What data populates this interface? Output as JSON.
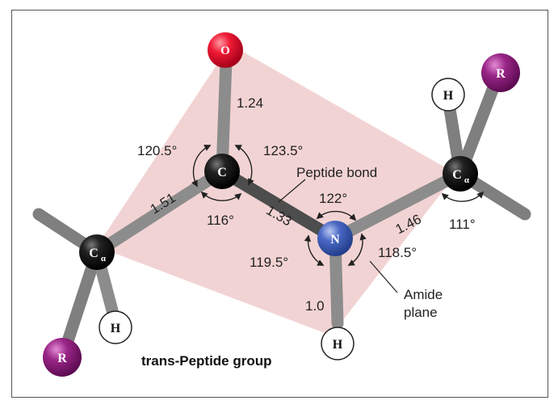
{
  "caption": "trans-Peptide group",
  "atoms": {
    "o": "O",
    "c": "C",
    "n": "N",
    "ca": "C",
    "ca_sub": "α",
    "h": "H",
    "r": "R"
  },
  "bond_lengths": {
    "c_o": "1.24",
    "ca_c": "1.51",
    "c_n": "1.33",
    "n_ca": "1.46",
    "n_h": "1.0"
  },
  "angles": {
    "ca_c_o": "120.5°",
    "o_c_n": "123.5°",
    "ca_c_n": "116°",
    "c_n_ca": "122°",
    "c_n_h": "119.5°",
    "h_n_ca": "118.5°",
    "n_ca": "111°"
  },
  "annotations": {
    "peptide_bond": "Peptide bond",
    "amide_line1": "Amide",
    "amide_line2": "plane"
  },
  "colors": {
    "carbon": "#111111",
    "oxygen": "#e0102a",
    "nitrogen": "#3a5bb8",
    "r_group": "#8e1e7e",
    "hydrogen": "#ffffff",
    "bond": "#8a8a8a",
    "plane": "#f2d3d3"
  }
}
